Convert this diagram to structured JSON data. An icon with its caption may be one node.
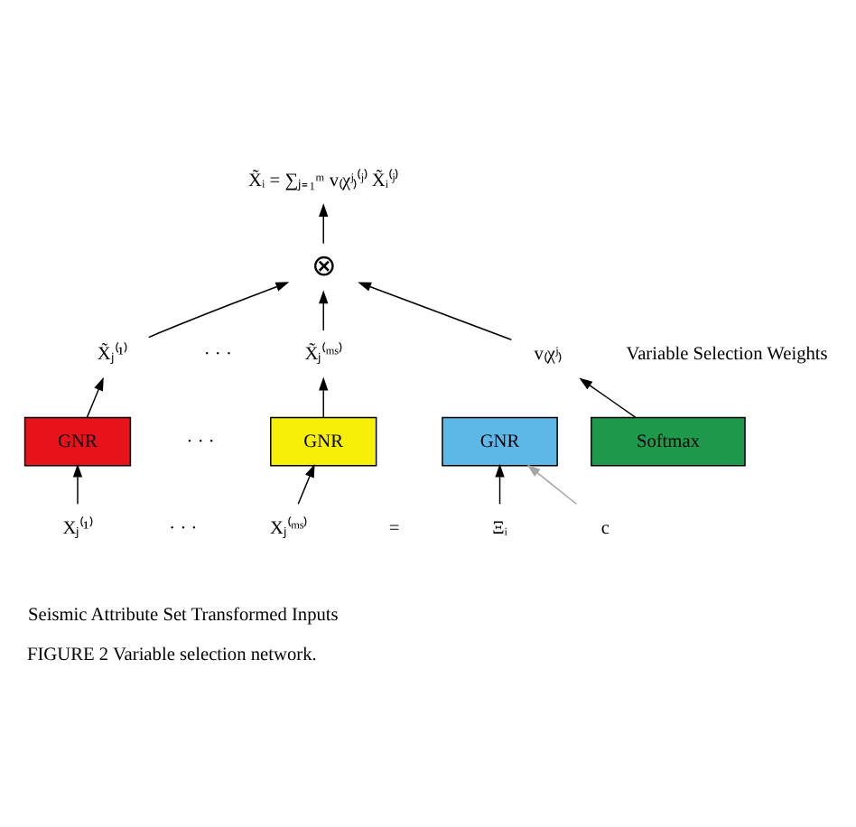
{
  "diagram": {
    "caption": "FIGURE 2 Variable selection network.",
    "nodes": [
      {
        "text": [
          "X̃ᵢ = ∑ⱼ₌₁ᵐ v₍χʲ₎⁽ʲ⁾ X̃ᵢ⁽ʲ⁾"
        ]
      },
      {
        "text": [
          "⊗"
        ]
      },
      {
        "text": [
          "X̃ⱼ⁽¹⁾"
        ]
      },
      {
        "text": [
          "X̃ⱼ⁽ᵐˢ⁾"
        ]
      },
      {
        "text": [
          "v₍χʲ₎"
        ],
        "beside": [
          "Variable Selection Weights"
        ]
      },
      {
        "text": [
          "GNR"
        ]
      },
      {
        "text": [
          "GNR"
        ]
      },
      {
        "text": [
          "Softmax"
        ]
      },
      {
        "text": [
          "GNR"
        ]
      },
      {
        "text": [
          "Xⱼ⁽¹⁾"
        ]
      },
      {
        "text": [
          "Xⱼ⁽ᵐˢ⁾"
        ]
      },
      {
        "text": [
          "Ξᵢ"
        ]
      },
      {
        "text": [
          "c"
        ]
      }
    ],
    "edges": [
      {
        "from": 9,
        "to": 5,
        "arrow": "to"
      },
      {
        "from": 5,
        "to": 2,
        "arrow": "to"
      },
      {
        "from": 10,
        "to": 6,
        "arrow": "to"
      },
      {
        "from": 6,
        "to": 3,
        "arrow": "to"
      },
      {
        "from": 2,
        "to": 1,
        "arrow": "to"
      },
      {
        "from": 3,
        "to": 1,
        "arrow": "to"
      },
      {
        "from": 1,
        "to": 0,
        "arrow": "to"
      },
      {
        "from": 7,
        "to": 4,
        "arrow": "to"
      },
      {
        "from": 4,
        "to": 1,
        "arrow": "to"
      },
      {
        "from": 11,
        "to": 8,
        "arrow": "to"
      },
      {
        "from": 12,
        "to": 8,
        "arrow": "to",
        "color": "#a8a4a4"
      }
    ],
    "labels": [
      "· · ·",
      "· · ·",
      "· · ·",
      "=",
      "Seismic Attribute Set Transformed Inputs"
    ]
  }
}
